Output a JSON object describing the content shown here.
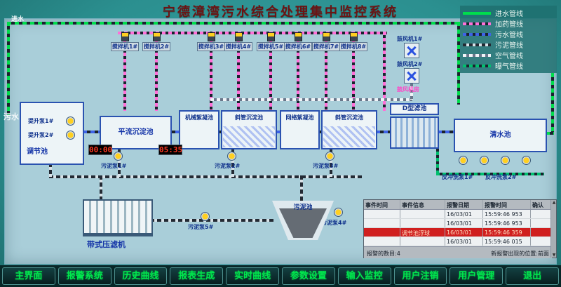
{
  "title": "宁德漳湾污水综合处理集中监控系统",
  "legend": {
    "items": [
      {
        "label": "进水管线",
        "color": "#00dd4c"
      },
      {
        "label": "加药管线",
        "color": "#ff6fd8"
      },
      {
        "label": "污水管线",
        "color": "#3e63e8"
      },
      {
        "label": "污泥管线",
        "color": "#232a34"
      },
      {
        "label": "空气管线",
        "color": "#f0f4f8"
      },
      {
        "label": "曝气管线",
        "color": "#00bf6e"
      }
    ]
  },
  "labels": {
    "inlet_top": "进水",
    "inlet_left": "污水",
    "blower_room": "鼓风机房"
  },
  "mixers": [
    {
      "label": "搅拌机1#"
    },
    {
      "label": "搅拌机2#"
    },
    {
      "label": "搅拌机3#"
    },
    {
      "label": "搅拌机4#"
    },
    {
      "label": "搅拌机5#"
    },
    {
      "label": "搅拌机6#"
    },
    {
      "label": "搅拌机7#"
    },
    {
      "label": "搅拌机8#"
    }
  ],
  "blowers": [
    {
      "label": "鼓风机1#"
    },
    {
      "label": "鼓风机2#"
    }
  ],
  "tanks": {
    "regulating": "调节池",
    "horizontal_sedimentation": "平流沉淀池",
    "mechanical_flocculation": "机械絮凝池",
    "inclined_sedimentation_1": "斜管沉淀池",
    "grid_flocculation": "网络絮凝池",
    "inclined_sedimentation_2": "斜管沉淀池",
    "d_filter": "D型滤池",
    "clear_water": "清水池",
    "sludge": "污泥池",
    "belt_press": "带式压滤机"
  },
  "pumps": {
    "lift_1": "提升泵1#",
    "lift_2": "提升泵2#",
    "sludge_1": "污泥泵1#",
    "sludge_2": "污泥泵2#",
    "sludge_3": "污泥泵3#",
    "sludge_4": "污泥泵4#",
    "sludge_5": "污泥泵5#",
    "backwash_1": "反冲洗泵1#",
    "backwash_2": "反冲洗泵2#"
  },
  "timers": {
    "timer_1": "00:00",
    "timer_2": "05:35"
  },
  "alarm_table": {
    "headers": [
      "事件时间",
      "事件信息",
      "报警日期",
      "报警时间",
      "确认"
    ],
    "rows": [
      {
        "cells": [
          "",
          "",
          "16/03/01",
          "15:59:46 953",
          ""
        ],
        "alarm": false
      },
      {
        "cells": [
          "",
          "",
          "16/03/01",
          "15:59:46 953",
          ""
        ],
        "alarm": false
      },
      {
        "cells": [
          "",
          "调节池浮球",
          "16/03/01",
          "15:59:46 359",
          ""
        ],
        "alarm": true
      },
      {
        "cells": [
          "",
          "",
          "16/03/01",
          "15:59:46 015",
          ""
        ],
        "alarm": false
      }
    ],
    "footer_count": "报警的数目:4",
    "footer_position": "新报警出现的位置:前面"
  },
  "nav": {
    "items": [
      "主界面",
      "报警系统",
      "历史曲线",
      "报表生成",
      "实时曲线",
      "参数设置",
      "输入监控",
      "用户注销",
      "用户管理",
      "退出"
    ]
  }
}
